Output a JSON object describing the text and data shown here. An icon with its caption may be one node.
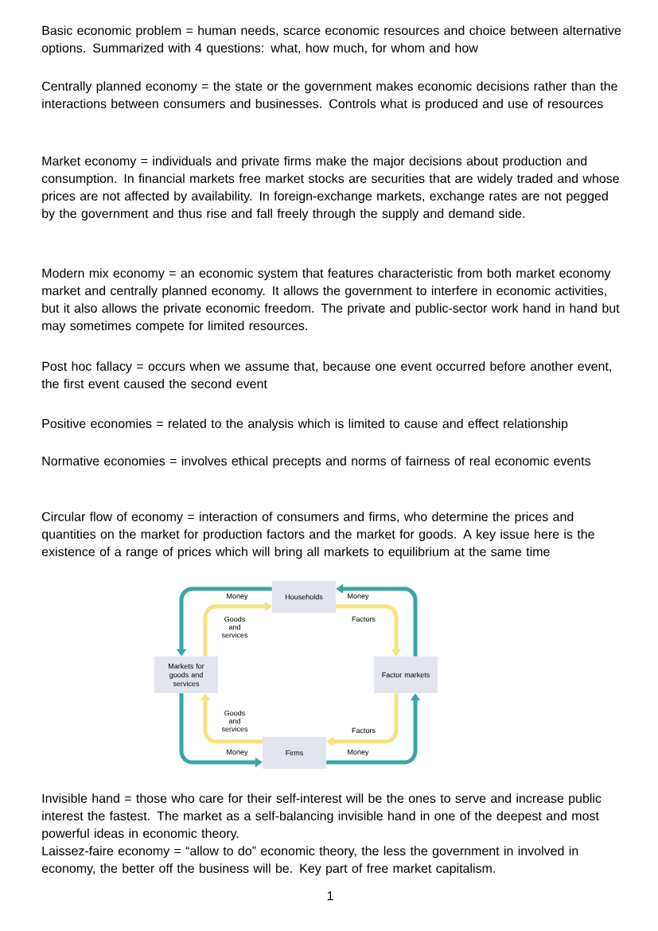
{
  "diagram": {
    "nodes": [
      {
        "text": [
          "Households"
        ]
      },
      {
        "text": [
          "Factor markets"
        ]
      },
      {
        "text": [
          "Firms"
        ]
      },
      {
        "text": [
          "Markets for goods and services"
        ]
      }
    ],
    "edges": [
      {
        "from": 0,
        "to": 3,
        "arrow": "to",
        "label": "Money",
        "color": "#3aa6a2"
      },
      {
        "from": 3,
        "to": 0,
        "arrow": "to",
        "label": "Goods and services",
        "color": "#f6e27e"
      },
      {
        "from": 1,
        "to": 0,
        "arrow": "to",
        "label": "Money",
        "color": "#3aa6a2"
      },
      {
        "from": 0,
        "to": 1,
        "arrow": "to",
        "label": "Factors",
        "color": "#f6e27e"
      },
      {
        "from": 2,
        "to": 1,
        "arrow": "to",
        "label": "Money",
        "color": "#3aa6a2"
      },
      {
        "from": 1,
        "to": 2,
        "arrow": "to",
        "label": "Factors",
        "color": "#f6e27e"
      },
      {
        "from": 3,
        "to": 2,
        "arrow": "to",
        "label": "Money",
        "color": "#3aa6a2"
      },
      {
        "from": 2,
        "to": 3,
        "arrow": "to",
        "label": "Goods and services",
        "color": "#f6e27e"
      }
    ],
    "labels": [
      "Basic economic problem = human needs, scarce economic resources and choice between alternative options. Summarized with 4 questions: what, how much, for whom and how",
      "Centrally planned economy = the state or the government makes economic decisions rather than the interactions between consumers and businesses. Controls what is produced and use of resources",
      "Market economy = individuals and private firms make the major decisions about production and consumption. In financial markets free market stocks are securities that are widely traded and whose prices are not affected by availability. In foreign-exchange markets, exchange rates are not pegged by the government and thus rise and fall freely through the supply and demand side.",
      "Modern mix economy = an economic system that features characteristic from both market economy market and centrally planned economy. It allows the government to interfere in economic activities, but it also allows the private economic freedom. The private and public-sector work hand in hand but may sometimes compete for limited resources.",
      "Post hoc fallacy = occurs when we assume that, because one event occurred before another event, the first event caused the second event",
      "Positive economies = related to the analysis which is limited to cause and effect relationship",
      "Normative economies = involves ethical precepts and norms of fairness of real economic events",
      "Circular flow of economy = interaction of consumers and firms, who determine the prices and quantities on the market for production factors and the market for goods. A key issue here is the existence of a range of prices which will bring all markets to equilibrium at the same time",
      "Invisible hand = those who care for their self-interest will be the ones to serve and increase public interest the fastest. The market as a self-balancing invisible hand in one of the deepest and most powerful ideas in economic theory.",
      "Laissez-faire economy = “allow to do” economic theory, the less the government in involved in economy, the better off the business will be. Key part of free market capitalism.",
      "1"
    ]
  }
}
